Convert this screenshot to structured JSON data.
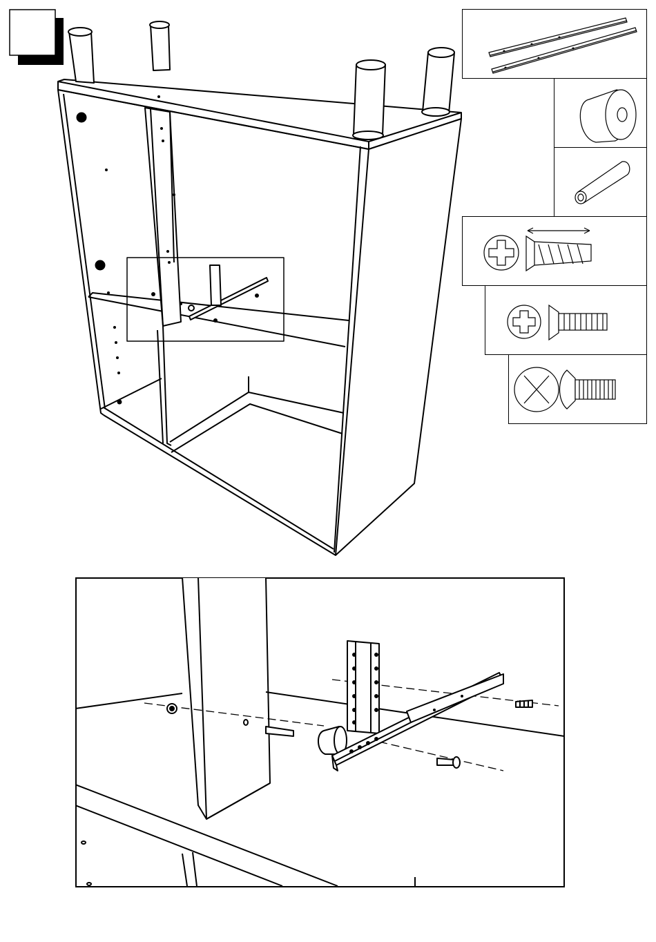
{
  "page": {
    "title": "",
    "step_number": ""
  },
  "parts_panel": {
    "items": [
      {
        "name": "drawer-slide-rails",
        "icon": "slide-rails-icon",
        "quantity": ""
      },
      {
        "name": "round-spacer",
        "icon": "spacer-icon",
        "quantity": ""
      },
      {
        "name": "dowel-pin",
        "icon": "dowel-icon",
        "quantity": ""
      },
      {
        "name": "wood-screw",
        "icon": "wood-screw-icon",
        "quantity": ""
      },
      {
        "name": "machine-screw",
        "icon": "machine-screw-icon",
        "quantity": ""
      },
      {
        "name": "truss-head-screw",
        "icon": "truss-screw-icon",
        "quantity": ""
      }
    ]
  },
  "colors": {
    "line": "#000000",
    "background": "#ffffff",
    "shadow": "#000000"
  }
}
